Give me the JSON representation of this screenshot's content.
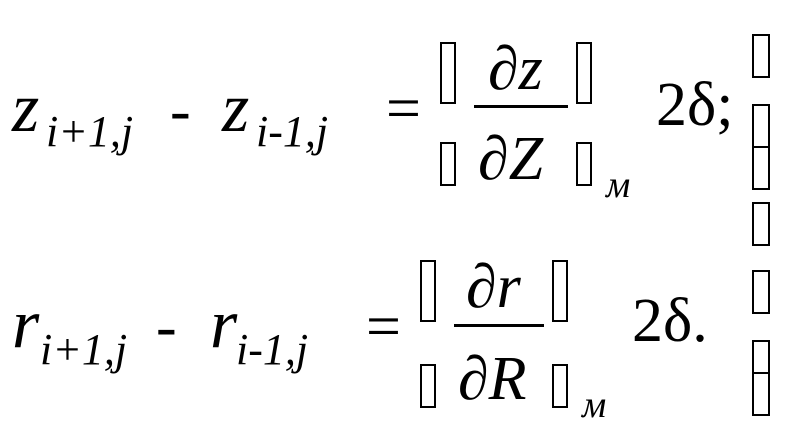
{
  "equation_1": {
    "lhs_var_a": "z",
    "lhs_sub_a": "i+1,j",
    "minus": "-",
    "lhs_var_b": "z",
    "lhs_sub_b": "i-1,j",
    "equals": "=",
    "numerator": "∂z",
    "denominator": "∂Z",
    "subscript": "м",
    "factor": "2δ;"
  },
  "equation_2": {
    "lhs_var_a": "r",
    "lhs_sub_a": "i+1,j",
    "minus": "-",
    "lhs_var_b": "r",
    "lhs_sub_b": "i-1,j",
    "equals": "=",
    "numerator": "∂r",
    "denominator": "∂R",
    "subscript": "м",
    "factor": "2δ."
  }
}
